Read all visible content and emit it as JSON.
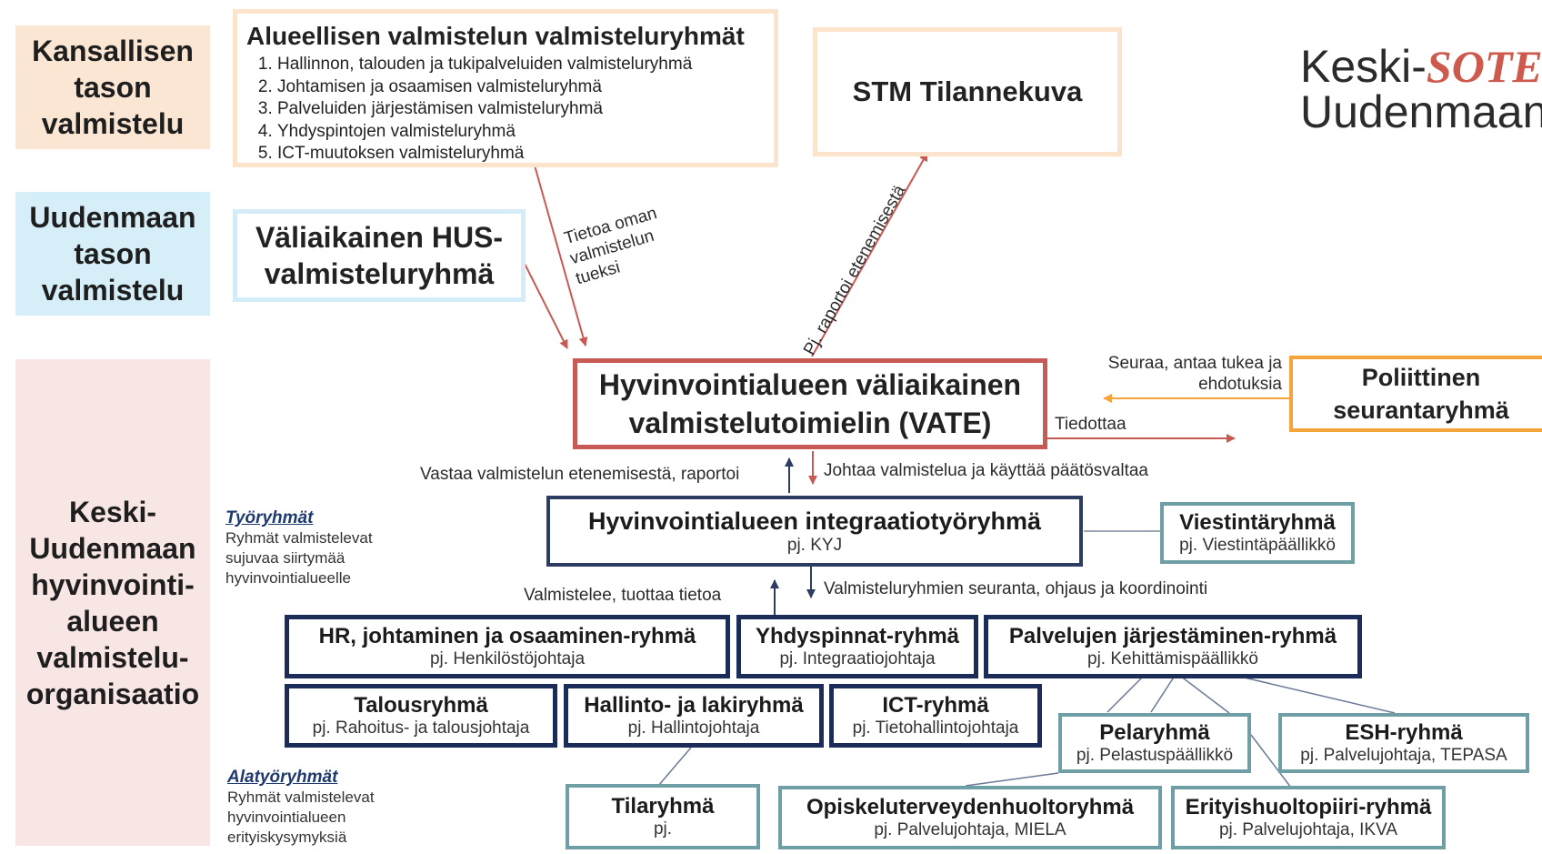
{
  "levels": {
    "national": "Kansallisen tason valmistelu",
    "uusimaa": "Uudenmaan tason valmistelu",
    "keski": "Keski-Uudenmaan hyvinvointi-alueen valmistelu-organisaatio"
  },
  "regional_groups": {
    "title": "Alueellisen valmistelun valmisteluryhmät",
    "items": [
      "Hallinnon, talouden ja tukipalveluiden valmisteluryhmä",
      "Johtamisen ja osaamisen valmisteluryhmä",
      "Palveluiden järjestämisen valmisteluryhmä",
      "Yhdyspintojen valmisteluryhmä",
      "ICT-muutoksen valmisteluryhmä"
    ]
  },
  "stm": "STM Tilannekuva",
  "hus": "Väliaikainen HUS-valmisteluryhmä",
  "logo": {
    "part1": "Keski-",
    "part2": "SOTE",
    "line2": "Uudenmaan"
  },
  "vate": "Hyvinvointialueen väliaikainen valmistelutoimielin (VATE)",
  "political": "Poliittinen seurantaryhmä",
  "arrow_labels": {
    "info": "Tietoa oman valmistelun tueksi",
    "report": "Pj. raportoi etenemisestä",
    "follows": "Seuraa, antaa tukea ja ehdotuksia",
    "informs": "Tiedottaa",
    "responsible": "Vastaa valmistelun etenemisestä, raportoi",
    "leads": "Johtaa valmistelua ja käyttää päätösvaltaa",
    "prepares": "Valmistelee, tuottaa tietoa",
    "monitoring": "Valmisteluryhmien seuranta, ohjaus ja koordinointi"
  },
  "integration": {
    "title": "Hyvinvointialueen integraatiotyöryhmä",
    "chair": "pj. KYJ"
  },
  "communications": {
    "title": "Viestintäryhmä",
    "chair": "pj. Viestintäpäällikkö"
  },
  "notes": {
    "working": {
      "title": "Työryhmät",
      "text": "Ryhmät valmistelevat sujuvaa siirtymää hyvinvointialueelle"
    },
    "sub": {
      "title": "Alatyöryhmät",
      "text": "Ryhmät valmistelevat hyvinvointialueen erityiskysymyksiä"
    }
  },
  "groups": {
    "hr": {
      "title": "HR, johtaminen ja osaaminen-ryhmä",
      "chair": "pj. Henkilöstöjohtaja"
    },
    "yhd": {
      "title": "Yhdyspinnat-ryhmä",
      "chair": "pj. Integraatiojohtaja"
    },
    "palv": {
      "title": "Palvelujen järjestäminen-ryhmä",
      "chair": "pj. Kehittämispäällikkö"
    },
    "talous": {
      "title": "Talousryhmä",
      "chair": "pj. Rahoitus- ja talousjohtaja"
    },
    "hallinto": {
      "title": "Hallinto- ja lakiryhmä",
      "chair": "pj. Hallintojohtaja"
    },
    "ict": {
      "title": "ICT-ryhmä",
      "chair": "pj. Tietohallintojohtaja"
    },
    "pela": {
      "title": "Pelaryhmä",
      "chair": "pj. Pelastuspäällikkö"
    },
    "esh": {
      "title": "ESH-ryhmä",
      "chair": "pj. Palvelujohtaja, TEPASA"
    },
    "tila": {
      "title": "Tilaryhmä",
      "chair": "pj."
    },
    "opis": {
      "title": "Opiskeluterveydenhuoltoryhmä",
      "chair": "pj. Palvelujohtaja, MIELA"
    },
    "eri": {
      "title": "Erityishuoltopiiri-ryhmä",
      "chair": "pj. Palvelujohtaja, IKVA"
    }
  },
  "colors": {
    "vate": "#c85a55",
    "navy": "#1c2c59",
    "teal": "#6e9fa4",
    "orange": "#f4a43a"
  }
}
